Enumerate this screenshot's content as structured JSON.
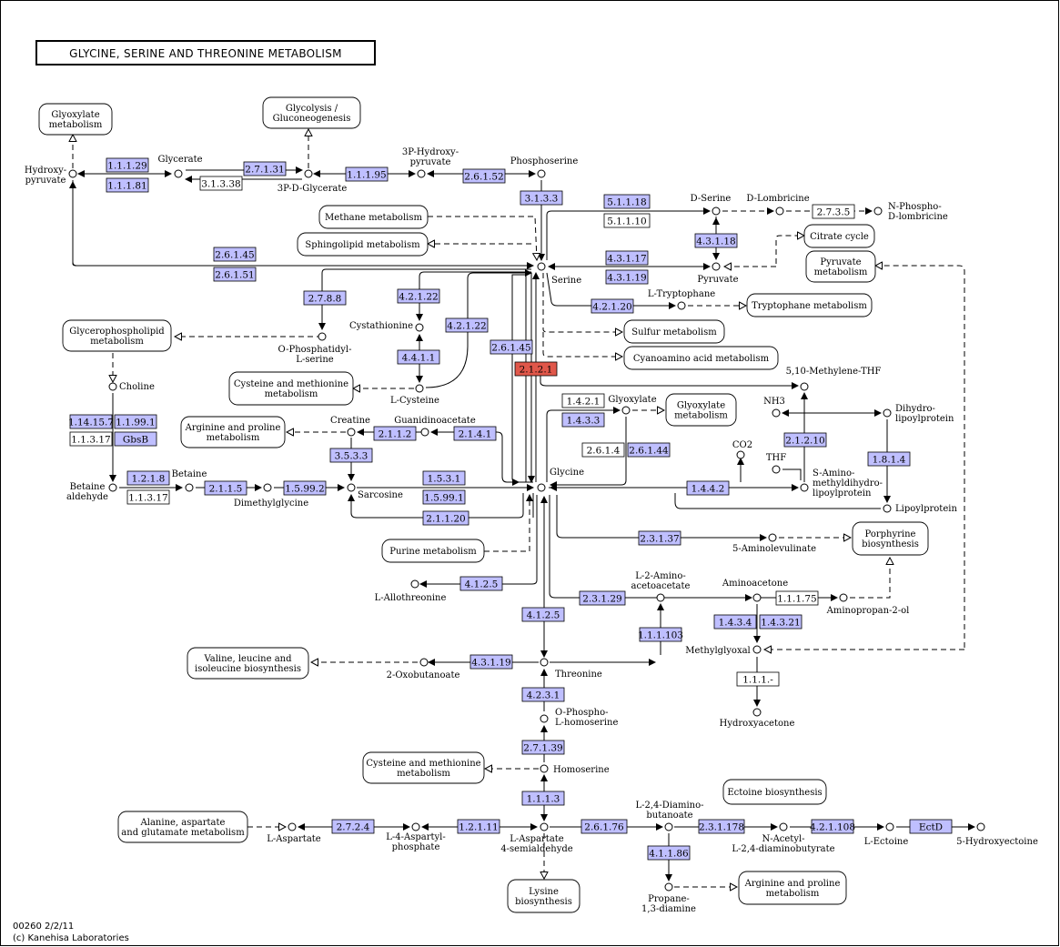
{
  "title": "GLYCINE, SERINE AND THREONINE METABOLISM",
  "footer": {
    "map_id": "00260 2/2/11",
    "copyright": "(c) Kanehisa Laboratories"
  },
  "colors": {
    "enzyme_fill": "#bfbfff",
    "highlight_fill": "#e0574a",
    "plain_fill": "#ffffff"
  },
  "compounds": [
    {
      "id": "hydroxypyruvate",
      "label": [
        "Hydroxy-",
        "pyruvate"
      ]
    },
    {
      "id": "glycerate",
      "label": [
        "Glycerate"
      ]
    },
    {
      "id": "3p-d-glycerate",
      "label": [
        "3P-D-Glycerate"
      ]
    },
    {
      "id": "3p-hydroxypyruvate",
      "label": [
        "3P-Hydroxy-",
        "pyruvate"
      ]
    },
    {
      "id": "phosphoserine",
      "label": [
        "Phosphoserine"
      ]
    },
    {
      "id": "d-serine",
      "label": [
        "D-Serine"
      ]
    },
    {
      "id": "d-lombricine",
      "label": [
        "D-Lombricine"
      ]
    },
    {
      "id": "n-phospho-d-lombricine",
      "label": [
        "N-Phospho-",
        "D-lombricine"
      ]
    },
    {
      "id": "serine",
      "label": [
        "Serine"
      ]
    },
    {
      "id": "pyruvate",
      "label": [
        "Pyruvate"
      ]
    },
    {
      "id": "l-tryptophan",
      "label": [
        "L-Tryptophane"
      ]
    },
    {
      "id": "o-phosphatidyl-l-serine",
      "label": [
        "O-Phosphatidyl-",
        "L-serine"
      ]
    },
    {
      "id": "cystathionine",
      "label": [
        "Cystathionine"
      ]
    },
    {
      "id": "l-cysteine",
      "label": [
        "L-Cysteine"
      ]
    },
    {
      "id": "choline",
      "label": [
        "Choline"
      ]
    },
    {
      "id": "methylene-thf",
      "label": [
        "5,10-Methylene-THF"
      ]
    },
    {
      "id": "creatine",
      "label": [
        "Creatine"
      ]
    },
    {
      "id": "guanidinoacetate",
      "label": [
        "Guanidinoacetate"
      ]
    },
    {
      "id": "glyoxylate",
      "label": [
        "Glyoxylate"
      ]
    },
    {
      "id": "nh3",
      "label": [
        "NH3"
      ]
    },
    {
      "id": "dihydrolipoylprotein",
      "label": [
        "Dihydro-",
        "lipoylprotein"
      ]
    },
    {
      "id": "co2",
      "label": [
        "CO2"
      ]
    },
    {
      "id": "thf",
      "label": [
        "THF"
      ]
    },
    {
      "id": "betaine-aldehyde",
      "label": [
        "Betaine",
        "aldehyde"
      ]
    },
    {
      "id": "betaine",
      "label": [
        "Betaine"
      ]
    },
    {
      "id": "dimethylglycine",
      "label": [
        "Dimethylglycine"
      ]
    },
    {
      "id": "sarcosine",
      "label": [
        "Sarcosine"
      ]
    },
    {
      "id": "glycine",
      "label": [
        "Glycine"
      ]
    },
    {
      "id": "s-aminomethyl",
      "label": [
        "S-Amino-",
        "methyldihydro-",
        "lipoylprotein"
      ]
    },
    {
      "id": "lipoylprotein",
      "label": [
        "Lipoylprotein"
      ]
    },
    {
      "id": "5-aminolevulinate",
      "label": [
        "5-Aminolevulinate"
      ]
    },
    {
      "id": "l-allothreonine",
      "label": [
        "L-Allothreonine"
      ]
    },
    {
      "id": "l-2-amino-acetoacetate",
      "label": [
        "L-2-Amino-",
        "acetoacetate"
      ]
    },
    {
      "id": "aminoacetone",
      "label": [
        "Aminoacetone"
      ]
    },
    {
      "id": "aminopropan-2-ol",
      "label": [
        "Aminopropan-2-ol"
      ]
    },
    {
      "id": "methylglyoxal",
      "label": [
        "Methylglyoxal"
      ]
    },
    {
      "id": "2-oxobutanoate",
      "label": [
        "2-Oxobutanoate"
      ]
    },
    {
      "id": "threonine",
      "label": [
        "Threonine"
      ]
    },
    {
      "id": "hydroxyacetone",
      "label": [
        "Hydroxyacetone"
      ]
    },
    {
      "id": "o-phospho-l-homoserine",
      "label": [
        "O-Phospho-",
        "L-homoserine"
      ]
    },
    {
      "id": "homoserine",
      "label": [
        "Homoserine"
      ]
    },
    {
      "id": "l-aspartate",
      "label": [
        "L-Aspartate"
      ]
    },
    {
      "id": "l-4-aspartyl-phosphate",
      "label": [
        "L-4-Aspartyl-",
        "phosphate"
      ]
    },
    {
      "id": "l-aspartate-4-semialdehyde",
      "label": [
        "L-Aspartate",
        "4-semialdehyde"
      ]
    },
    {
      "id": "l-2-4-diaminobutanoate",
      "label": [
        "L-2,4-Diamino-",
        "butanoate"
      ]
    },
    {
      "id": "n-acetyl-l-2-4-diaminobutyrate",
      "label": [
        "N-Acetyl-",
        "L-2,4-diaminobutyrate"
      ]
    },
    {
      "id": "l-ectoine",
      "label": [
        "L-Ectoine"
      ]
    },
    {
      "id": "5-hydroxyectoine",
      "label": [
        "5-Hydroxyectoine"
      ]
    },
    {
      "id": "propane-1-3-diamine",
      "label": [
        "Propane-",
        "1,3-diamine"
      ]
    }
  ],
  "enzymes": [
    {
      "id": "e1",
      "label": "1.1.1.29",
      "style": "enzyme"
    },
    {
      "id": "e2",
      "label": "1.1.1.81",
      "style": "enzyme"
    },
    {
      "id": "e3",
      "label": "2.7.1.31",
      "style": "enzyme"
    },
    {
      "id": "e4",
      "label": "3.1.3.38",
      "style": "plain"
    },
    {
      "id": "e5",
      "label": "1.1.1.95",
      "style": "enzyme"
    },
    {
      "id": "e6",
      "label": "2.6.1.52",
      "style": "enzyme"
    },
    {
      "id": "e7",
      "label": "3.1.3.3",
      "style": "enzyme"
    },
    {
      "id": "e8",
      "label": "5.1.1.18",
      "style": "enzyme"
    },
    {
      "id": "e9",
      "label": "5.1.1.10",
      "style": "plain"
    },
    {
      "id": "e10",
      "label": "2.7.3.5",
      "style": "plain"
    },
    {
      "id": "e11",
      "label": "4.3.1.18",
      "style": "enzyme"
    },
    {
      "id": "e12",
      "label": "2.6.1.45",
      "style": "enzyme"
    },
    {
      "id": "e13",
      "label": "2.6.1.51",
      "style": "enzyme"
    },
    {
      "id": "e14",
      "label": "4.3.1.17",
      "style": "enzyme"
    },
    {
      "id": "e15",
      "label": "4.3.1.19",
      "style": "enzyme"
    },
    {
      "id": "e16",
      "label": "2.7.8.8",
      "style": "enzyme"
    },
    {
      "id": "e17",
      "label": "4.2.1.22",
      "style": "enzyme"
    },
    {
      "id": "e18",
      "label": "4.2.1.20",
      "style": "enzyme"
    },
    {
      "id": "e19",
      "label": "4.2.1.22",
      "style": "enzyme"
    },
    {
      "id": "e20",
      "label": "4.4.1.1",
      "style": "enzyme"
    },
    {
      "id": "e21",
      "label": "2.6.1.45",
      "style": "enzyme"
    },
    {
      "id": "e22",
      "label": "2.1.2.1",
      "style": "highlight"
    },
    {
      "id": "e23",
      "label": "1.4.2.1",
      "style": "plain"
    },
    {
      "id": "e24",
      "label": "1.4.3.3",
      "style": "enzyme"
    },
    {
      "id": "e25",
      "label": "2.6.1.4",
      "style": "plain"
    },
    {
      "id": "e26",
      "label": "2.6.1.44",
      "style": "enzyme"
    },
    {
      "id": "e27",
      "label": "2.1.2.10",
      "style": "enzyme"
    },
    {
      "id": "e28",
      "label": "1.8.1.4",
      "style": "enzyme"
    },
    {
      "id": "e29",
      "label": "1.4.4.2",
      "style": "enzyme"
    },
    {
      "id": "e30",
      "label": "1.14.15.7",
      "style": "enzyme"
    },
    {
      "id": "e31",
      "label": "1.1.99.1",
      "style": "enzyme"
    },
    {
      "id": "e32",
      "label": "1.1.3.17",
      "style": "plain"
    },
    {
      "id": "e33",
      "label": "GbsB",
      "style": "enzyme"
    },
    {
      "id": "e34",
      "label": "2.1.1.2",
      "style": "enzyme"
    },
    {
      "id": "e35",
      "label": "2.1.4.1",
      "style": "enzyme"
    },
    {
      "id": "e36",
      "label": "3.5.3.3",
      "style": "enzyme"
    },
    {
      "id": "e37",
      "label": "1.2.1.8",
      "style": "enzyme"
    },
    {
      "id": "e38",
      "label": "1.1.3.17",
      "style": "plain"
    },
    {
      "id": "e39",
      "label": "2.1.1.5",
      "style": "enzyme"
    },
    {
      "id": "e40",
      "label": "1.5.99.2",
      "style": "enzyme"
    },
    {
      "id": "e41",
      "label": "1.5.3.1",
      "style": "enzyme"
    },
    {
      "id": "e42",
      "label": "1.5.99.1",
      "style": "enzyme"
    },
    {
      "id": "e43",
      "label": "2.1.1.20",
      "style": "enzyme"
    },
    {
      "id": "e44",
      "label": "2.3.1.37",
      "style": "enzyme"
    },
    {
      "id": "e45",
      "label": "4.1.2.5",
      "style": "enzyme"
    },
    {
      "id": "e46",
      "label": "2.3.1.29",
      "style": "enzyme"
    },
    {
      "id": "e47",
      "label": "1.1.1.75",
      "style": "plain"
    },
    {
      "id": "e48",
      "label": "4.1.2.5",
      "style": "enzyme"
    },
    {
      "id": "e49",
      "label": "1.4.3.4",
      "style": "enzyme"
    },
    {
      "id": "e50",
      "label": "1.4.3.21",
      "style": "enzyme"
    },
    {
      "id": "e51",
      "label": "1.1.1.103",
      "style": "enzyme"
    },
    {
      "id": "e52",
      "label": "4.3.1.19",
      "style": "enzyme"
    },
    {
      "id": "e53",
      "label": "1.1.1.-",
      "style": "plain"
    },
    {
      "id": "e54",
      "label": "4.2.3.1",
      "style": "enzyme"
    },
    {
      "id": "e55",
      "label": "2.7.1.39",
      "style": "enzyme"
    },
    {
      "id": "e56",
      "label": "1.1.1.3",
      "style": "enzyme"
    },
    {
      "id": "e57",
      "label": "2.7.2.4",
      "style": "enzyme"
    },
    {
      "id": "e58",
      "label": "1.2.1.11",
      "style": "enzyme"
    },
    {
      "id": "e59",
      "label": "2.6.1.76",
      "style": "enzyme"
    },
    {
      "id": "e60",
      "label": "2.3.1.178",
      "style": "enzyme"
    },
    {
      "id": "e61",
      "label": "4.2.1.108",
      "style": "enzyme"
    },
    {
      "id": "e62",
      "label": "EctD",
      "style": "enzyme"
    },
    {
      "id": "e63",
      "label": "4.1.1.86",
      "style": "enzyme"
    }
  ],
  "maps": [
    {
      "id": "m1",
      "label": [
        "Glyoxylate",
        "metabolism"
      ]
    },
    {
      "id": "m2",
      "label": [
        "Glycolysis /",
        "Gluconeogenesis"
      ]
    },
    {
      "id": "m3",
      "label": [
        "Methane metabolism"
      ]
    },
    {
      "id": "m4",
      "label": [
        "Sphingolipid metabolism"
      ]
    },
    {
      "id": "m5",
      "label": [
        "Citrate cycle"
      ]
    },
    {
      "id": "m6",
      "label": [
        "Pyruvate",
        "metabolism"
      ]
    },
    {
      "id": "m7",
      "label": [
        "Tryptophane metabolism"
      ]
    },
    {
      "id": "m8",
      "label": [
        "Glycerophospholipid",
        "metabolism"
      ]
    },
    {
      "id": "m9",
      "label": [
        "Sulfur metabolism"
      ]
    },
    {
      "id": "m10",
      "label": [
        "Cyanoamino acid metabolism"
      ]
    },
    {
      "id": "m11",
      "label": [
        "Cysteine and methionine",
        "metabolism"
      ]
    },
    {
      "id": "m12",
      "label": [
        "Glyoxylate",
        "metabolism"
      ]
    },
    {
      "id": "m13",
      "label": [
        "Arginine and proline",
        "metabolism"
      ]
    },
    {
      "id": "m14",
      "label": [
        "Porphyrine",
        "biosynthesis"
      ]
    },
    {
      "id": "m15",
      "label": [
        "Purine metabolism"
      ]
    },
    {
      "id": "m16",
      "label": [
        "Valine, leucine and",
        "isoleucine biosynthesis"
      ]
    },
    {
      "id": "m17",
      "label": [
        "Cysteine and methionine",
        "metabolism"
      ]
    },
    {
      "id": "m18",
      "label": [
        "Ectoine biosynthesis"
      ]
    },
    {
      "id": "m19",
      "label": [
        "Alanine, aspartate",
        "and glutamate metabolism"
      ]
    },
    {
      "id": "m20",
      "label": [
        "Lysine",
        "biosynthesis"
      ]
    },
    {
      "id": "m21",
      "label": [
        "Arginine and proline",
        "metabolism"
      ]
    }
  ]
}
